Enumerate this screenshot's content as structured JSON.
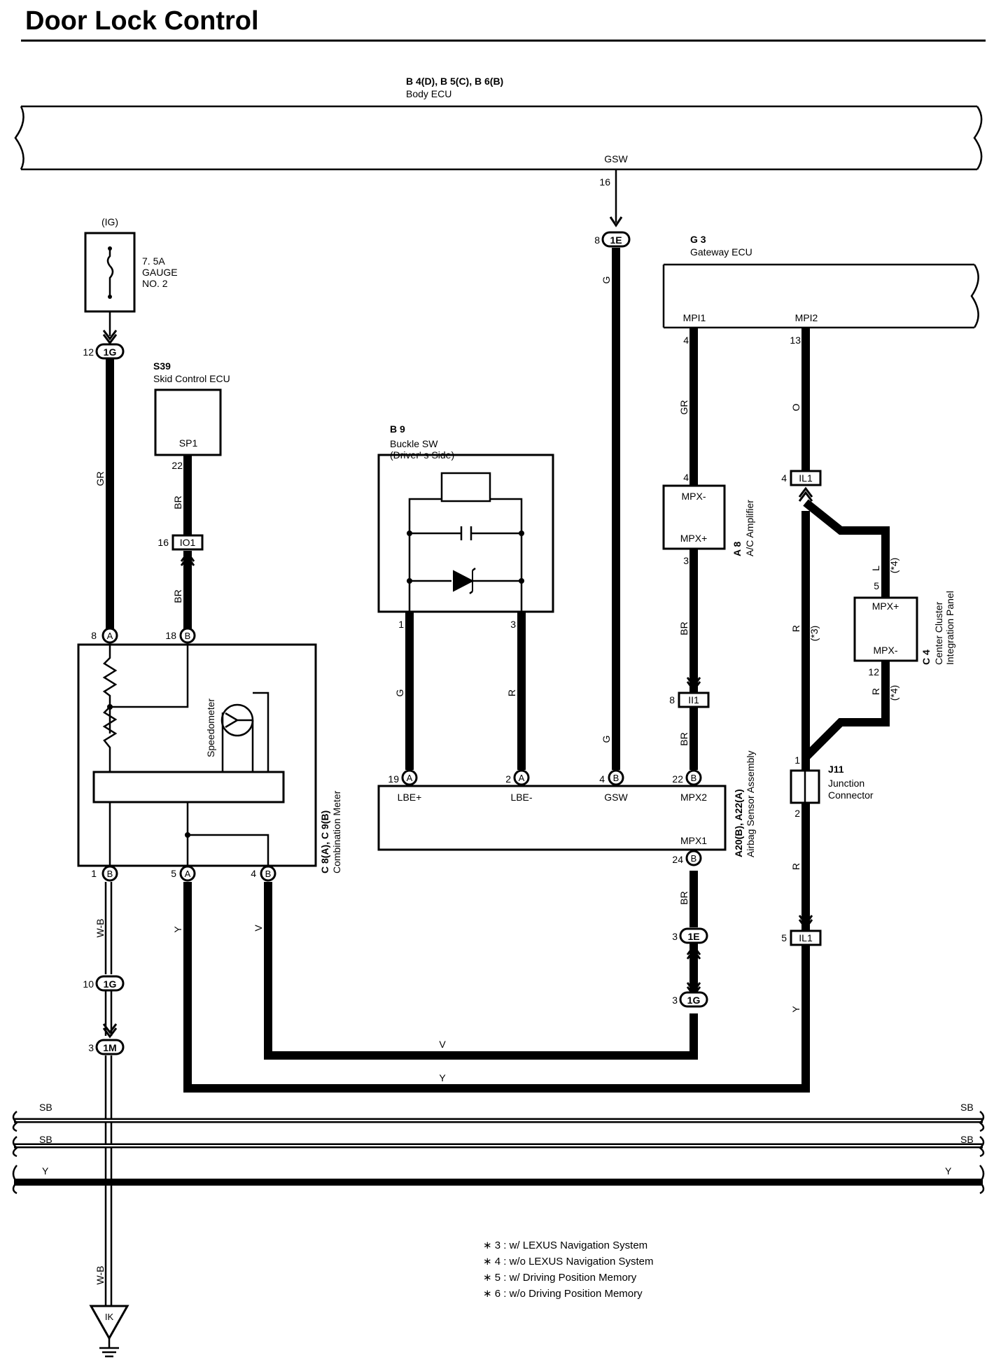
{
  "title": "Door Lock Control",
  "body_ecu": {
    "codes": "B 4(D), B 5(C), B 6(B)",
    "name": "Body ECU",
    "pin_name": "GSW",
    "pin_no": "16"
  },
  "fuse": {
    "source": "(IG)",
    "rating": "7. 5A",
    "name1": "GAUGE",
    "name2": "NO. 2"
  },
  "skid_ecu": {
    "code": "S39",
    "name": "Skid Control ECU",
    "pin_name": "SP1",
    "pin_no": "22"
  },
  "buckle_sw": {
    "code": "B 9",
    "name": "Buckle SW",
    "side": "(Driver' s Side)",
    "pin1": "1",
    "pin3": "3"
  },
  "gateway": {
    "code": "G 3",
    "name": "Gateway ECU",
    "pin1_name": "MPI1",
    "pin2_name": "MPI2",
    "pin1_no": "4",
    "pin2_no": "13"
  },
  "ac_amp": {
    "code": "A 8",
    "name": "A/C Amplifier",
    "pin_in": "MPX-",
    "pin_out": "MPX+",
    "in_no": "4",
    "out_no": "3"
  },
  "center_cluster": {
    "code": "C 4",
    "name1": "Center Cluster",
    "name2": "Integration Panel",
    "pin_plus": "MPX+",
    "pin_minus": "MPX-",
    "plus_no": "5",
    "minus_no": "12"
  },
  "junction": {
    "code": "J11",
    "name1": "Junction",
    "name2": "Connector",
    "pin1": "1",
    "pin2": "2"
  },
  "airbag": {
    "codes": "A20(B), A22(A)",
    "name": "Airbag Sensor Assembly",
    "pins": [
      "LBE+",
      "LBE-",
      "GSW",
      "MPX2",
      "MPX1"
    ],
    "pin_nos": [
      "19",
      "2",
      "4",
      "22",
      "24"
    ]
  },
  "meter": {
    "codes": "C 8(A), C 9(B)",
    "name": "Combination Meter",
    "speedometer": "Speedometer",
    "pin_nos": [
      "8",
      "18",
      "1",
      "5",
      "4"
    ]
  },
  "connectors": {
    "c1E": "1E",
    "c1G": "1G",
    "cIO1": "IO1",
    "cIL1": "IL1",
    "cII1": "II1",
    "c1M": "1M",
    "A": "A",
    "B": "B",
    "ground": "IK"
  },
  "conn_pins": {
    "p8": "8",
    "p12": "12",
    "p16": "16",
    "p4": "4",
    "p5": "5",
    "p3": "3",
    "p10": "10"
  },
  "wires": {
    "GR": "GR",
    "BR": "BR",
    "G": "G",
    "R": "R",
    "O": "O",
    "L": "L",
    "Y": "Y",
    "V": "V",
    "SB": "SB",
    "WB": "W-B",
    "n3": "(*3)",
    "n4": "(*4)"
  },
  "notes": [
    "∗ 3 : w/ LEXUS Navigation System",
    "∗ 4 : w/o LEXUS Navigation System",
    "∗ 5 : w/ Driving Position Memory",
    "∗ 6 : w/o Driving Position Memory"
  ]
}
